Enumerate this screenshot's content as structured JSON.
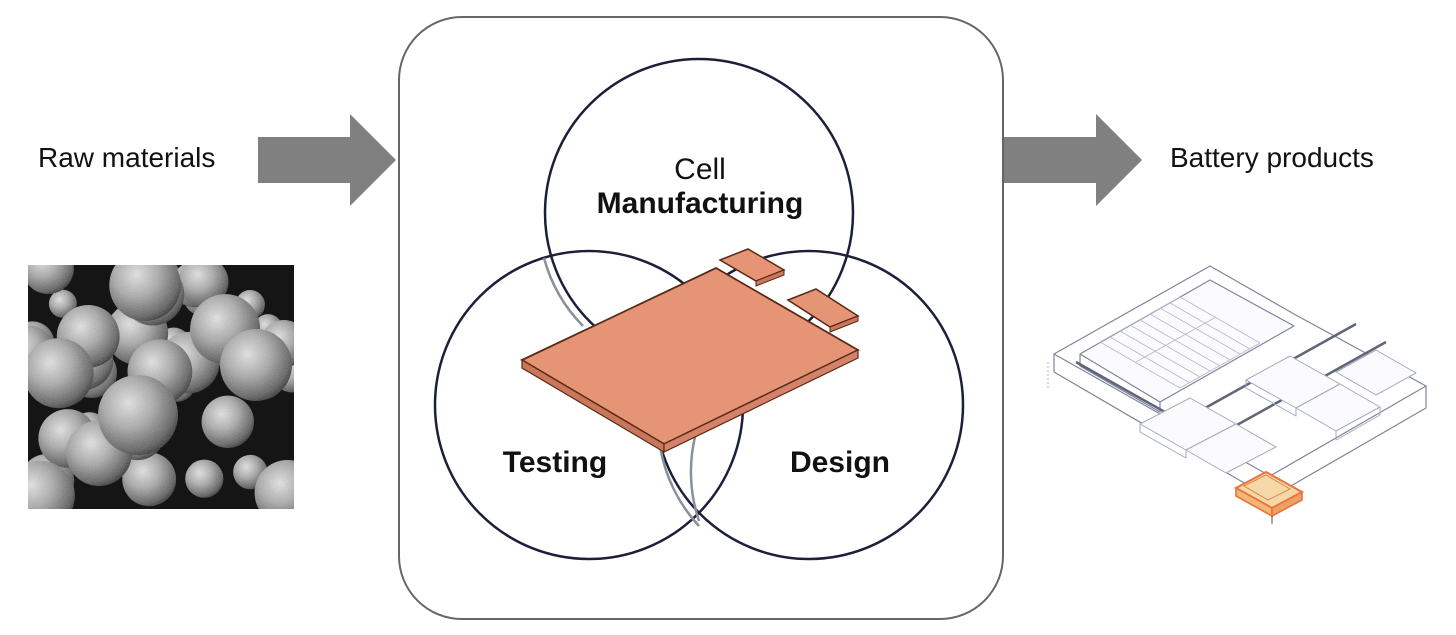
{
  "inputs": {
    "label": "Raw materials",
    "image_icon": "sem-particles-image"
  },
  "process": {
    "cell": {
      "line1": "Cell",
      "line2": "Manufacturing"
    },
    "testing": "Testing",
    "design": "Design",
    "center_icon": "pouch-cell-icon",
    "colors": {
      "cell_fill": "#E59575",
      "cell_stroke": "#5a2a18",
      "circle_stroke": "#1b1f3a",
      "overlap_stroke": "#8a9099"
    }
  },
  "outputs": {
    "label": "Battery products",
    "image_icon": "battery-pack-image"
  },
  "colors": {
    "arrow": "#808080",
    "box_border": "#666666",
    "highlight": "#E8743B"
  }
}
